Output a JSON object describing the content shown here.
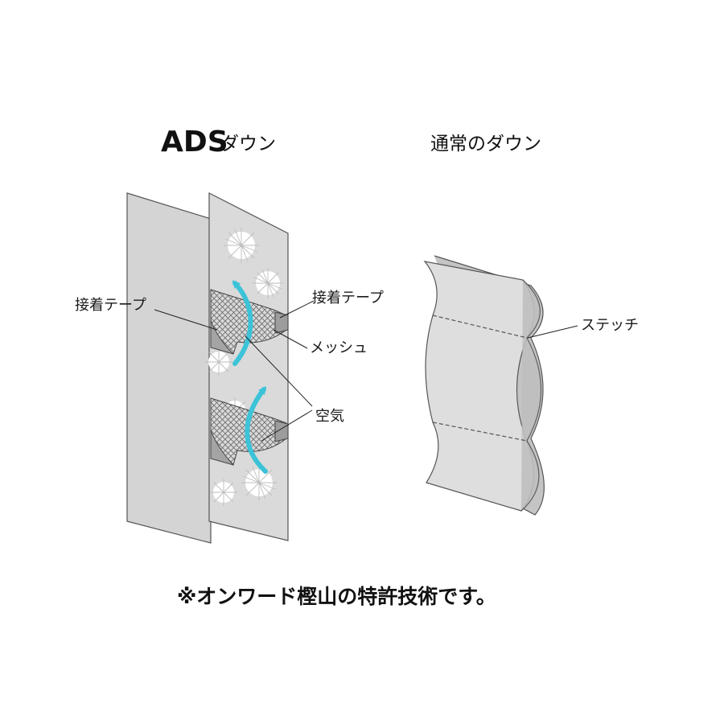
{
  "titles": {
    "ads_main": "ADS",
    "ads_kana": "ダウン",
    "regular": "通常のダウン"
  },
  "labels": {
    "adhesive_tape_left": "接着テープ",
    "adhesive_tape_right": "接着テープ",
    "mesh": "メッシュ",
    "air": "空気",
    "stitch": "ステッチ"
  },
  "footnote": "※オンワード樫山の特許技術です。",
  "colors": {
    "panel_fill": "#d6d6d6",
    "panel_stroke": "#555555",
    "airflow_arrow": "#3cc3d8",
    "tape_fill": "#a8a8a8",
    "mesh_fill": "#cfcfcf",
    "down_puff": "#ffffff"
  }
}
